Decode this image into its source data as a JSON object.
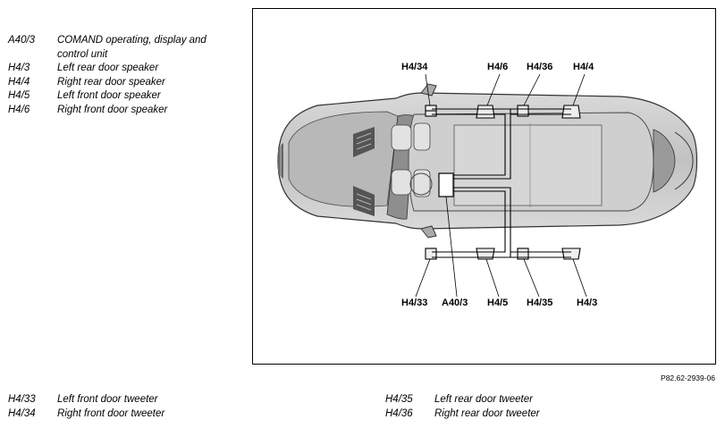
{
  "legend_top": [
    {
      "code": "A40/3",
      "desc": "COMAND operating, display and control unit"
    },
    {
      "code": "H4/3",
      "desc": "Left rear door speaker"
    },
    {
      "code": "H4/4",
      "desc": "Right rear door speaker"
    },
    {
      "code": "H4/5",
      "desc": "Left front door speaker"
    },
    {
      "code": "H4/6",
      "desc": "Right front door speaker"
    }
  ],
  "legend_bottom_left": [
    {
      "code": "H4/33",
      "desc": "Left front door tweeter"
    },
    {
      "code": "H4/34",
      "desc": "Right front door tweeter"
    }
  ],
  "legend_bottom_right": [
    {
      "code": "H4/35",
      "desc": "Left rear door tweeter"
    },
    {
      "code": "H4/36",
      "desc": "Right rear door tweeter"
    }
  ],
  "callouts": {
    "h4_34": "H4/34",
    "h4_6": "H4/6",
    "h4_36": "H4/36",
    "h4_4": "H4/4",
    "h4_33": "H4/33",
    "a40_3": "A40/3",
    "h4_5": "H4/5",
    "h4_35": "H4/35",
    "h4_3": "H4/3"
  },
  "figure_ref": "P82.62-2939-06"
}
